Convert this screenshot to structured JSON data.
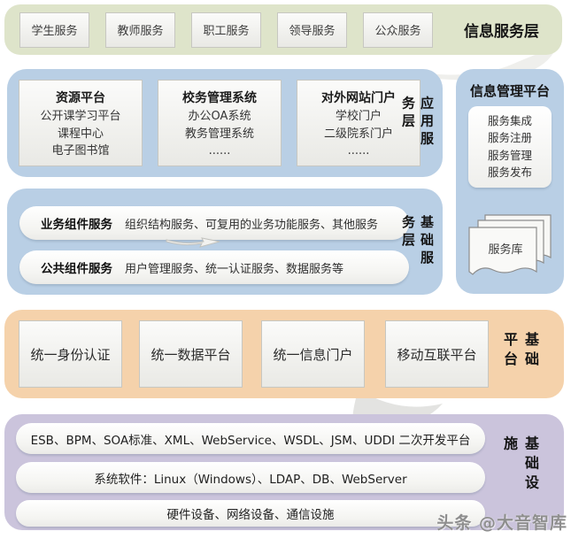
{
  "colors": {
    "info_service_bg": "#dee4ca",
    "app_service_bg": "#b9cfe5",
    "base_service_bg": "#b9cfe5",
    "info_mgmt_bg": "#b9cfe5",
    "base_platform_bg": "#f5d2ab",
    "infrastructure_bg": "#cbc4dc",
    "box_bg": "#f2f2ef",
    "text": "#1a1a1a"
  },
  "info_service": {
    "label": "信息服务层",
    "items": [
      "学生服务",
      "教师服务",
      "职工服务",
      "领导服务",
      "公众服务"
    ]
  },
  "app_service": {
    "label": "应用服务层",
    "boxes": [
      {
        "title": "资源平台",
        "line1": "公开课学习平台",
        "line2": "课程中心",
        "line3": "电子图书馆"
      },
      {
        "title": "校务管理系统",
        "line1": "办公OA系统",
        "line2": "教务管理系统",
        "line3": "......"
      },
      {
        "title": "对外网站门户",
        "line1": "学校门户",
        "line2": "二级院系门户",
        "line3": "......"
      }
    ]
  },
  "info_mgmt": {
    "title": "信息管理平台",
    "functions": [
      "服务集成",
      "服务注册",
      "服务管理",
      "服务发布"
    ],
    "repository_label": "服务库"
  },
  "base_service": {
    "label": "基础服务层",
    "rows": [
      {
        "title": "业务组件服务",
        "desc": "组织结构服务、可复用的业务功能服务、其他服务"
      },
      {
        "title": "公共组件服务",
        "desc": "用户管理服务、统一认证服务、数据服务等"
      }
    ]
  },
  "base_platform": {
    "label": "基础平台",
    "items": [
      "统一身份认证",
      "统一数据平台",
      "统一信息门户",
      "移动互联平台"
    ]
  },
  "infrastructure": {
    "label": "基础设施",
    "rows": [
      "ESB、BPM、SOA标准、XML、WebService、WSDL、JSM、UDDI  二次开发平台",
      "系统软件：Linux（Windows）、LDAP、DB、WebServer",
      "硬件设备、网络设备、通信设施"
    ]
  },
  "watermark": "头条 @大音智库"
}
